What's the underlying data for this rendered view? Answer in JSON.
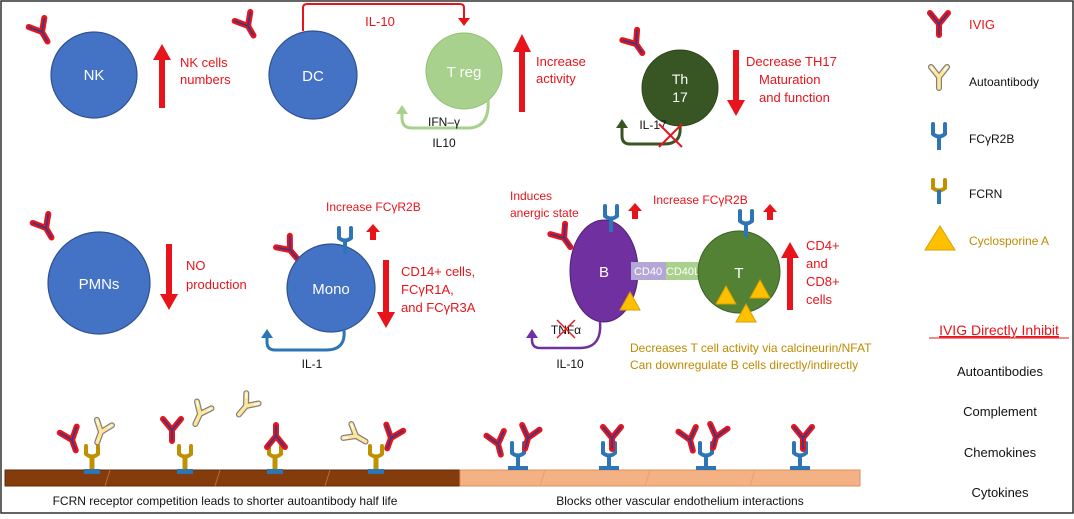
{
  "cells": {
    "nk": "NK",
    "dc": "DC",
    "treg": "T reg",
    "th17_line1": "Th",
    "th17_line2": "17",
    "pmn": "PMNs",
    "mono": "Mono",
    "b": "B",
    "t": "T"
  },
  "labels": {
    "nk_line1": "NK cells",
    "nk_line2": "numbers",
    "il10_top": "IL-10",
    "treg_line1": "Increase",
    "treg_line2": "activity",
    "ifn": "IFN–γ",
    "il10_treg": "IL10",
    "th17_line1": "Decrease TH17",
    "th17_line2": "Maturation",
    "th17_line3": "and function",
    "il17": "IL-17",
    "pmn_line1": "NO",
    "pmn_line2": "production",
    "mono_increase": "Increase FCγR2B",
    "mono_line1": "CD14+ cells,",
    "mono_line2": "FCγR1A,",
    "mono_line3": "and FCγR3A",
    "il1": "IL-1",
    "anergic_line1": "Induces",
    "anergic_line2": "anergic state",
    "b_increase": "Increase FCγR2B",
    "cd40": "CD40",
    "cd40l": "CD40L",
    "t_line1": "CD4+",
    "t_line2": "and",
    "t_line3": "CD8+",
    "t_line4": "cells",
    "tnf": "TNFα",
    "il10_b": "IL-10",
    "cyclo_line1": "Decreases T cell activity via calcineurin/NFAT",
    "cyclo_line2": "Can downregulate B cells directly/indirectly",
    "fcrn_caption": "FCRN receptor competition leads to shorter autoantibody half life",
    "endo_caption": "Blocks other vascular endothelium interactions"
  },
  "legend": {
    "ivig": "IVIG",
    "autoantibody": "Autoantibody",
    "fcgr2b": "FCγR2B",
    "fcrn": "FCRN",
    "cyclosporine": "Cyclosporine A"
  },
  "inhibit": {
    "title": "IVIG Directly Inhibit",
    "items": [
      "Autoantibodies",
      "Complement",
      "Chemokines",
      "Cytokines"
    ]
  },
  "colors": {
    "cell_blue": "#4472c4",
    "treg_green": "#a9d18e",
    "th17_green": "#375623",
    "b_purple": "#7030a0",
    "t_green": "#548235",
    "arrow_red": "#e8141b",
    "brown_membrane": "#843c0c",
    "peach_membrane": "#f4b183",
    "cyclosporine_gold": "#ffc000",
    "antibody_red": "#e8141b",
    "antibody_blue": "#2f3b8f"
  },
  "icons": [
    "ivig-antibody-icon",
    "autoantibody-icon",
    "fcgr2b-receptor-icon",
    "fcrn-receptor-icon",
    "cyclosporine-triangle-icon"
  ]
}
